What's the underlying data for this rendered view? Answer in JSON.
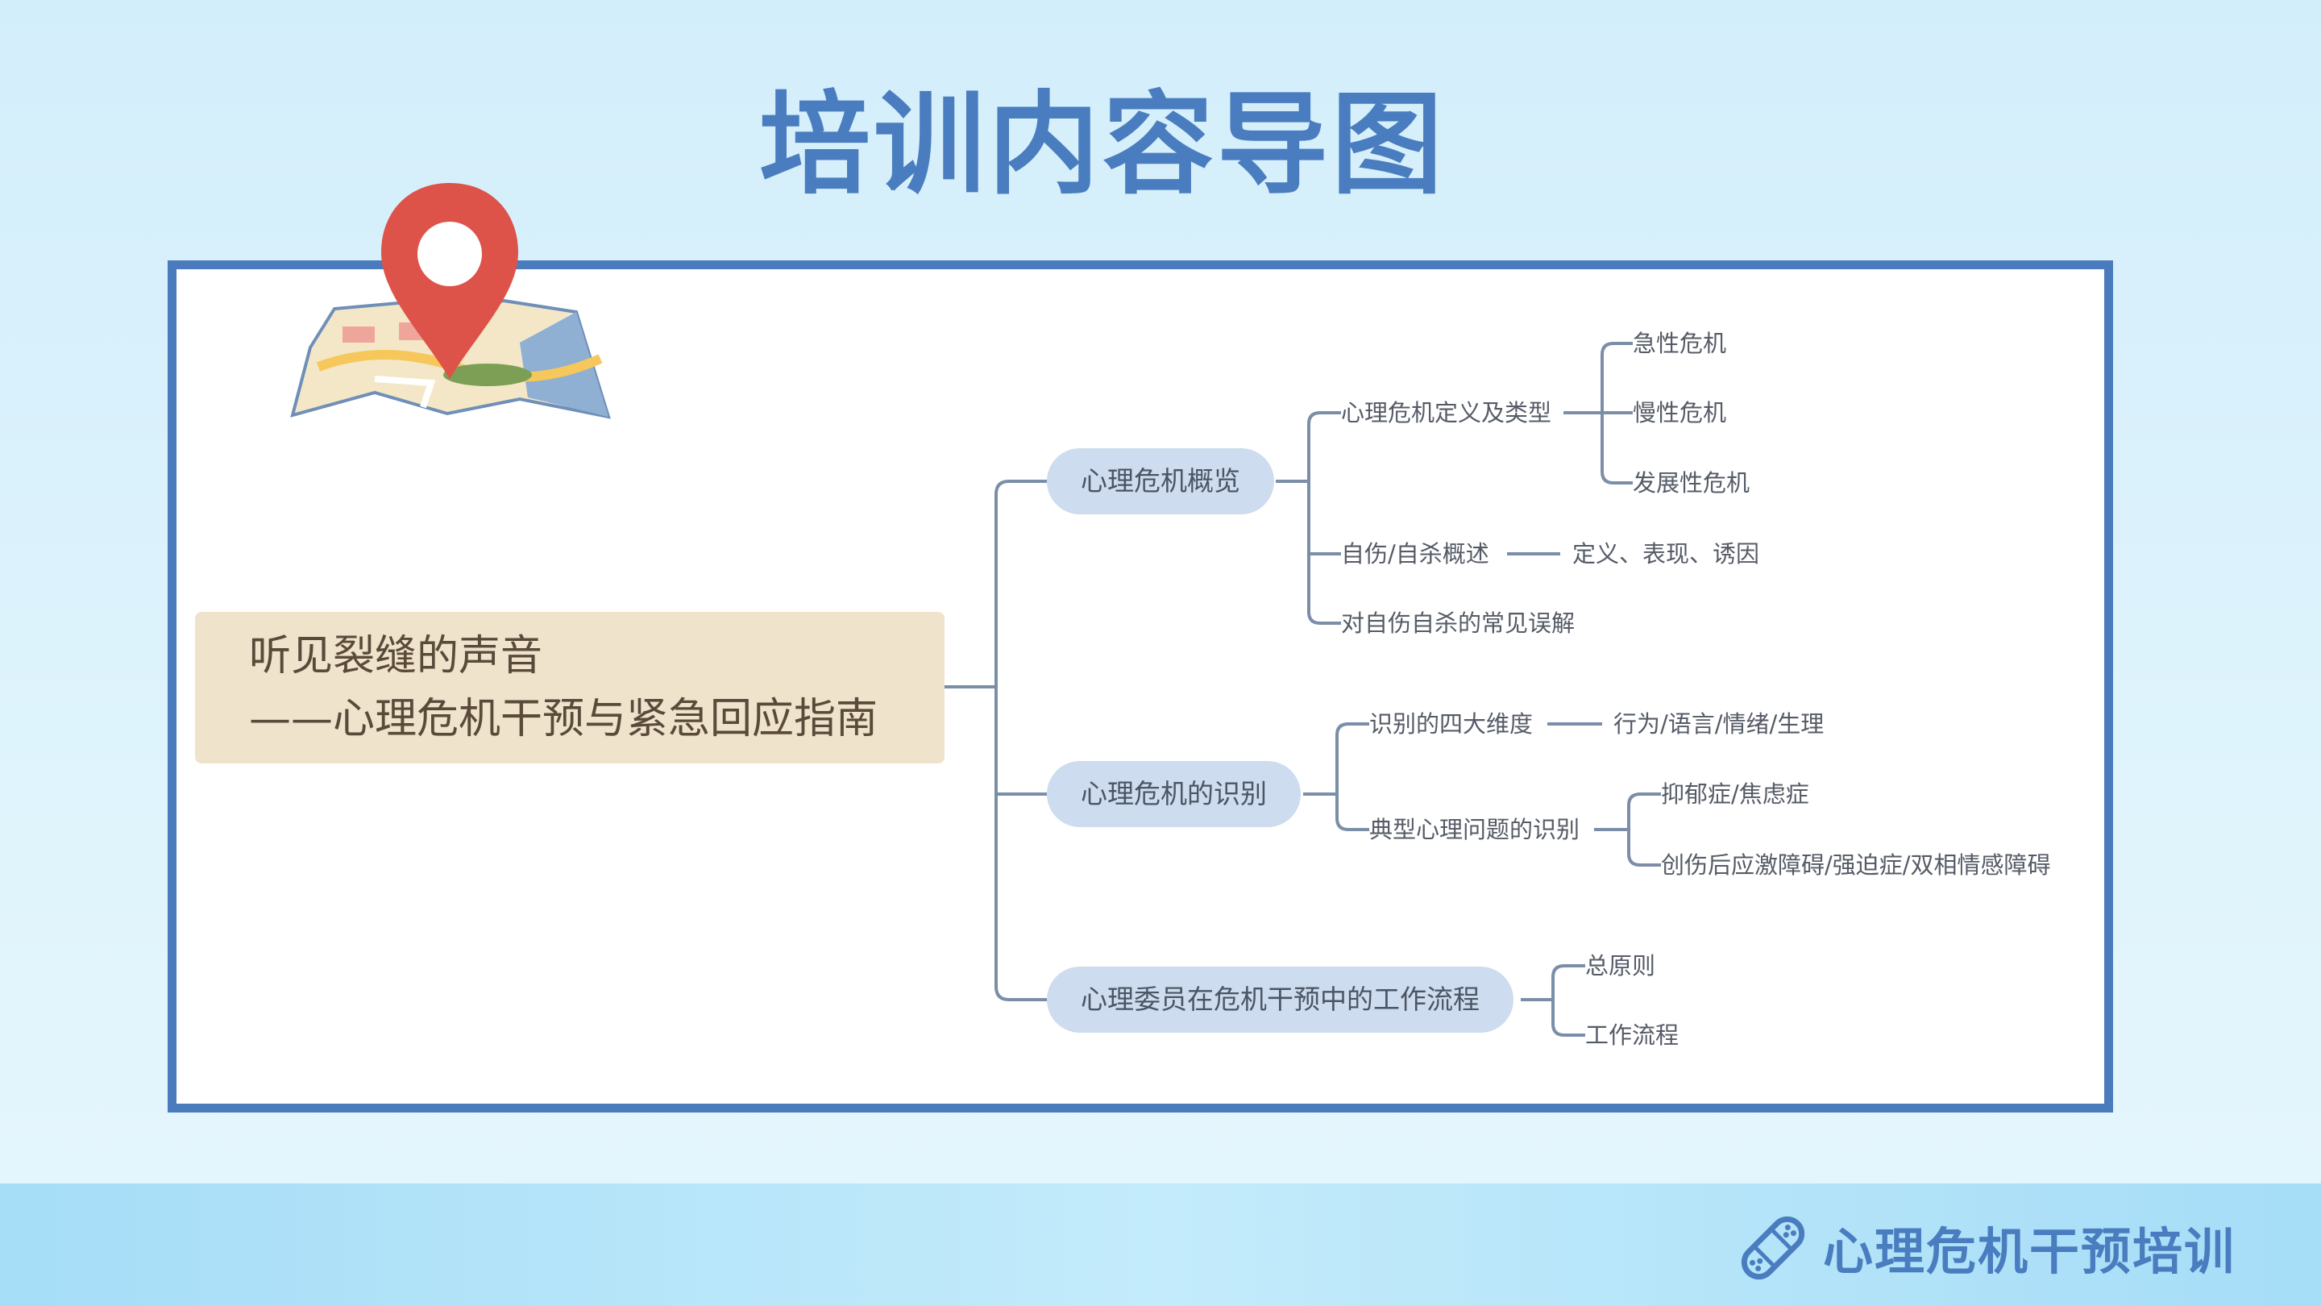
{
  "title": "培训内容导图",
  "root": {
    "line1": "听见裂缝的声音",
    "line2": "——心理危机干预与紧急回应指南"
  },
  "branches": [
    {
      "label": "心理危机概览",
      "children": [
        {
          "label": "心理危机定义及类型",
          "children": [
            "急性危机",
            "慢性危机",
            "发展性危机"
          ]
        },
        {
          "label": "自伤/自杀概述",
          "children": [
            "定义、表现、诱因"
          ]
        },
        {
          "label": "对自伤自杀的常见误解"
        }
      ]
    },
    {
      "label": "心理危机的识别",
      "children": [
        {
          "label": "识别的四大维度",
          "children": [
            "行为/语言/情绪/生理"
          ]
        },
        {
          "label": "典型心理问题的识别",
          "children": [
            "抑郁症/焦虑症",
            "创伤后应激障碍/强迫症/双相情感障碍"
          ]
        }
      ]
    },
    {
      "label": "心理委员在危机干预中的工作流程",
      "children": [
        {
          "label": "总原则"
        },
        {
          "label": "工作流程"
        }
      ]
    }
  ],
  "footer": {
    "text": "心理危机干预培训",
    "icon": "bandage-icon"
  },
  "colors": {
    "accent": "#4a7dbf",
    "frame": "#4a7bbd",
    "pin": "#dd5349",
    "root_bg": "#efe3cc",
    "pill_bg": "#cddcee",
    "connector": "#7b8ea8"
  }
}
